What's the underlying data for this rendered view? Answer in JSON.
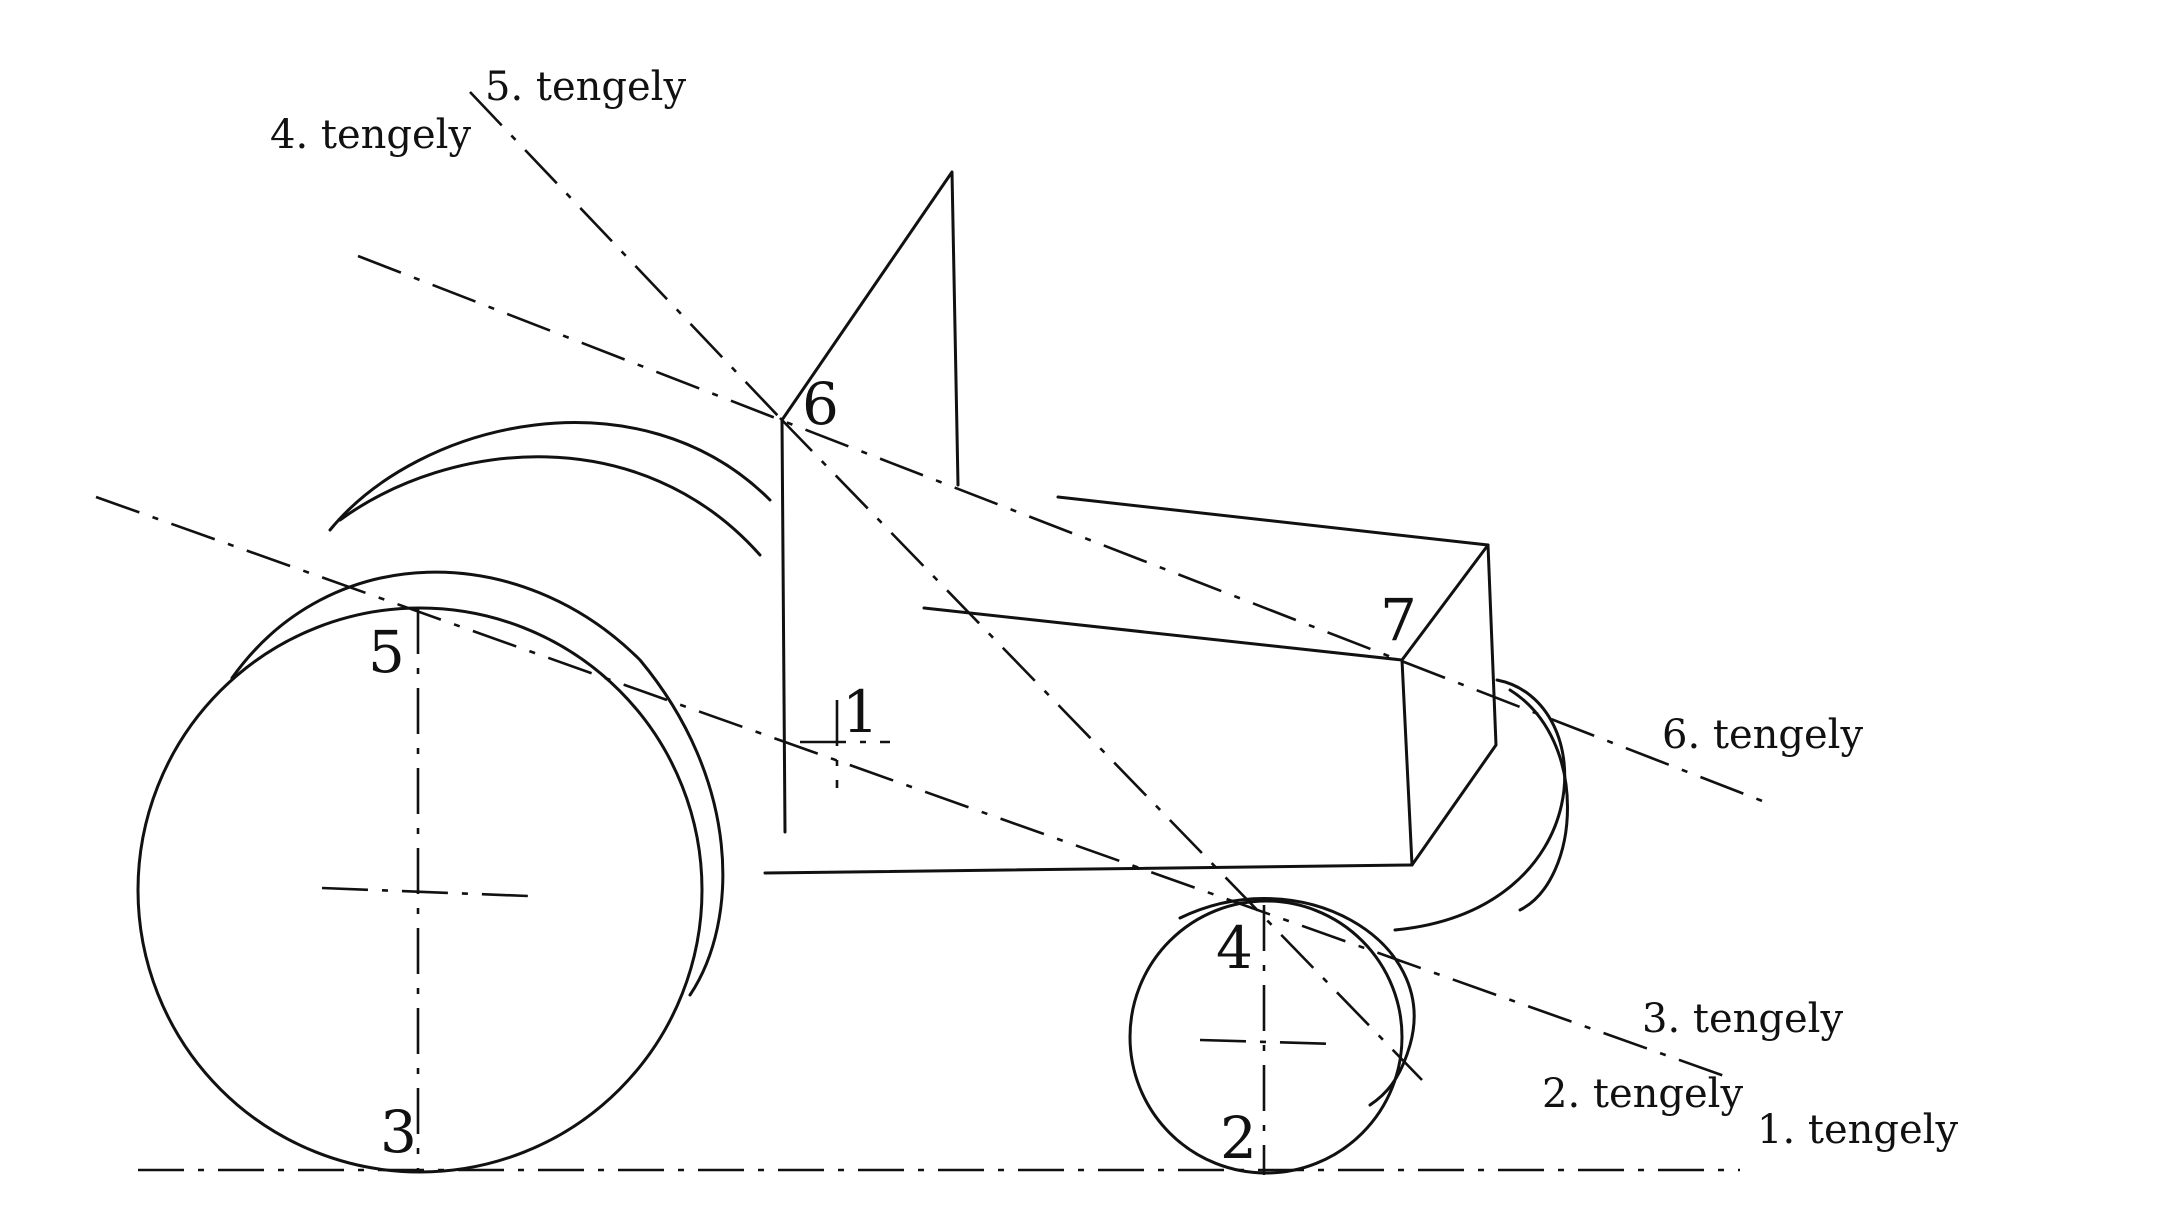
{
  "axes": [
    {
      "id": "axis-1",
      "label": "1. tengely"
    },
    {
      "id": "axis-2",
      "label": "2. tengely"
    },
    {
      "id": "axis-3",
      "label": "3. tengely"
    },
    {
      "id": "axis-4",
      "label": "4. tengely"
    },
    {
      "id": "axis-5",
      "label": "5. tengely"
    },
    {
      "id": "axis-6",
      "label": "6. tengely"
    }
  ],
  "points": [
    "1",
    "2",
    "3",
    "4",
    "5",
    "6",
    "7"
  ],
  "colors": {
    "ink": "#111111",
    "background": "#ffffff"
  }
}
